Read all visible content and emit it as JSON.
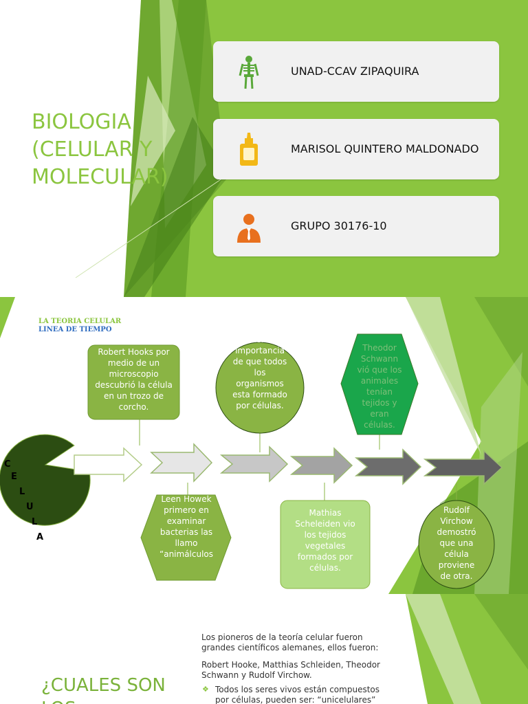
{
  "slide1": {
    "title": "BIOLOGIA\n(CELULAR Y\nMOLECULAR)",
    "cards": [
      {
        "label": "UNAD-CCAV ZIPAQUIRA",
        "icon": "skeleton-icon"
      },
      {
        "label": "MARISOL QUINTERO MALDONADO",
        "icon": "glue-bottle-icon"
      },
      {
        "label": "GRUPO 30176-10",
        "icon": "person-icon"
      }
    ],
    "colors": {
      "green": "#8bc53f",
      "dark_green": "#4e8c1e",
      "card_bg": "#f1f1f1"
    }
  },
  "slide2": {
    "header_title": "LA TEORIA CELULAR",
    "header_subtitle": "LINEA DE TIEMPO",
    "celula_letters": [
      "C",
      "E",
      "L",
      "U",
      "L",
      "A"
    ],
    "events": [
      {
        "text": "Robert Hooks por medio de un microscopio descubrió la célula en un trozo de corcho."
      },
      {
        "text": "se extendió la importancia de que todos los organismos esta formado por células."
      },
      {
        "text": "Theodor Schwann vió que los animales tenían tejidos y eran células."
      },
      {
        "text": "Leen Howek primero en examinar bacterias las llamo “animálculos”."
      },
      {
        "text": "Mathias Scheleiden vio los tejidos vegetales formados por células."
      },
      {
        "text": "Rudolf Virchow demostró que una célula proviene de otra."
      }
    ],
    "colors": {
      "olive": "#8ab444",
      "dark": "#2c4d12",
      "emerald": "#1aa64b",
      "light": "#b3de85"
    }
  },
  "slide3": {
    "title": "¿CUALES SON\nLOS",
    "intro": "Los pioneros de la teoría celular fueron grandes científicos alemanes, ellos fueron:",
    "names": "Robert Hooke, Matthias Schleiden, Theodor Schwann y Rudolf Virchow.",
    "bullet": "Todos los seres vivos  están compuestos por células, pueden ser: “unicelulares”"
  }
}
